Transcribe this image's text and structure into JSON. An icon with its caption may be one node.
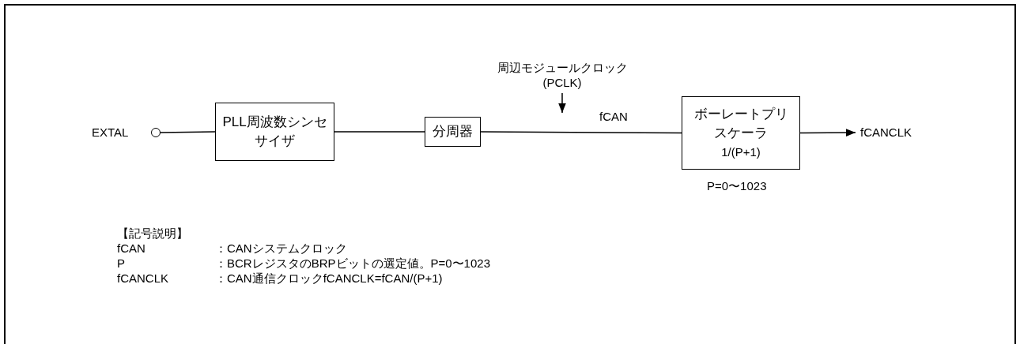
{
  "diagram": {
    "nodes": [
      {
        "text": [],
        "shape": "circle",
        "beside": [
          "EXTAL"
        ]
      },
      {
        "text": [
          "PLL周波数シンセサイザ"
        ]
      },
      {
        "text": [
          "分周器"
        ]
      },
      {
        "text": [
          "ボーレートプリスケーラ",
          "1/(P+1)"
        ],
        "beside": [
          "P=0〜1023"
        ]
      },
      {
        "text": [
          "fCANCLK"
        ]
      },
      {
        "text": [
          "周辺モジュールクロック",
          "(PCLK)"
        ]
      }
    ],
    "edges": [
      {
        "from": 0,
        "to": 1,
        "arrow": "none"
      },
      {
        "from": 1,
        "to": 2,
        "arrow": "none"
      },
      {
        "from": 2,
        "to": 3,
        "arrow": "none",
        "label": "fCAN"
      },
      {
        "from": 3,
        "to": 4,
        "arrow": "to"
      },
      {
        "from": 5,
        "to": null,
        "arrow": "to"
      }
    ],
    "labels": [
      "【記号説明】",
      "fCAN",
      "：CANシステムクロック",
      "P",
      "：BCRレジスタのBRPビットの選定値。P=0〜1023",
      "fCANCLK",
      "：CAN通信クロックfCANCLK=fCAN/(P+1)"
    ]
  }
}
